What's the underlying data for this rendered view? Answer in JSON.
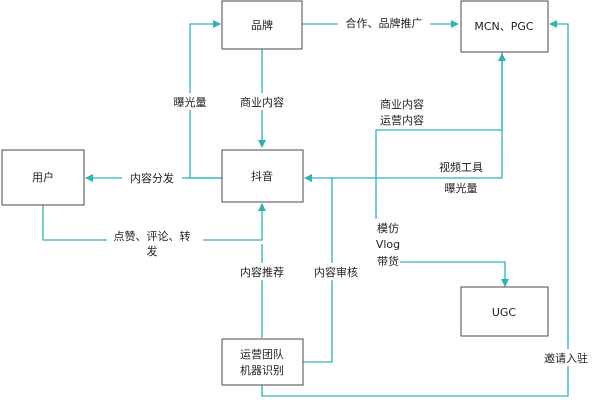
{
  "nodes": {
    "brand": "品牌",
    "mcn_pgc": "MCN、PGC",
    "user": "用户",
    "douyin": "抖音",
    "ugc": "UGC",
    "ops_team_line1": "运营团队",
    "ops_team_line2": "机器识别"
  },
  "edges": {
    "cooperation": "合作、品牌推广",
    "exposure_left": "曝光量",
    "commercial_content": "商业内容",
    "commercial_ops_line1": "商业内容",
    "commercial_ops_line2": "运营内容",
    "video_tools": "视频工具",
    "exposure_right": "曝光量",
    "content_distribution": "内容分发",
    "engagement_line1": "点赞、评论、转",
    "engagement_line2": "发",
    "imitate": "模仿",
    "vlog": "Vlog",
    "sell_goods": "带货",
    "content_recommend": "内容推荐",
    "content_review": "内容审核",
    "invite": "邀请入驻"
  },
  "colors": {
    "connector": "#2bb3b6",
    "box_border": "#4a4a4a"
  }
}
